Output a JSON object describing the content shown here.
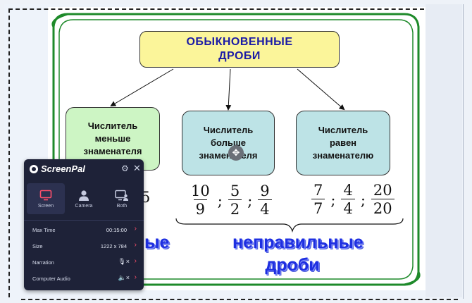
{
  "slide": {
    "title": "ОБЫКНОВЕННЫЕ\nДРОБИ",
    "box_left": "Числитель\nменьше\nзнаменателя",
    "box_middle": "Числитель\nбольше\nзнаменателя",
    "box_right": "Числитель\nравен\nзнаменателю",
    "fractions_greater": [
      {
        "num": "10",
        "den": "9"
      },
      {
        "num": "5",
        "den": "2"
      },
      {
        "num": "9",
        "den": "4"
      }
    ],
    "fractions_equal": [
      {
        "num": "7",
        "den": "7"
      },
      {
        "num": "4",
        "den": "4"
      },
      {
        "num": "20",
        "den": "20"
      }
    ],
    "separator": ";",
    "partial_fraction_digit": "5",
    "partial_label": "ые",
    "improper_label": "неправильные\nдроби"
  },
  "screenpal": {
    "title": "ScreenPal",
    "modes": [
      {
        "label": "Screen",
        "active": true
      },
      {
        "label": "Camera",
        "active": false
      },
      {
        "label": "Both",
        "active": false
      }
    ],
    "rows": [
      {
        "label": "Max Time",
        "value": "00:15:00"
      },
      {
        "label": "Size",
        "value": "1222 x 784"
      },
      {
        "label": "Narration",
        "value": "🎙×"
      },
      {
        "label": "Computer Audio",
        "value": "🔈×"
      }
    ],
    "accent": "#ff4f6b"
  },
  "colors": {
    "frame_green": "#1e8a2a",
    "title_fill": "#fbf59a",
    "green_box": "#cdf5c4",
    "cyan_box": "#bde3e6",
    "label_blue": "#1e2fe0"
  }
}
